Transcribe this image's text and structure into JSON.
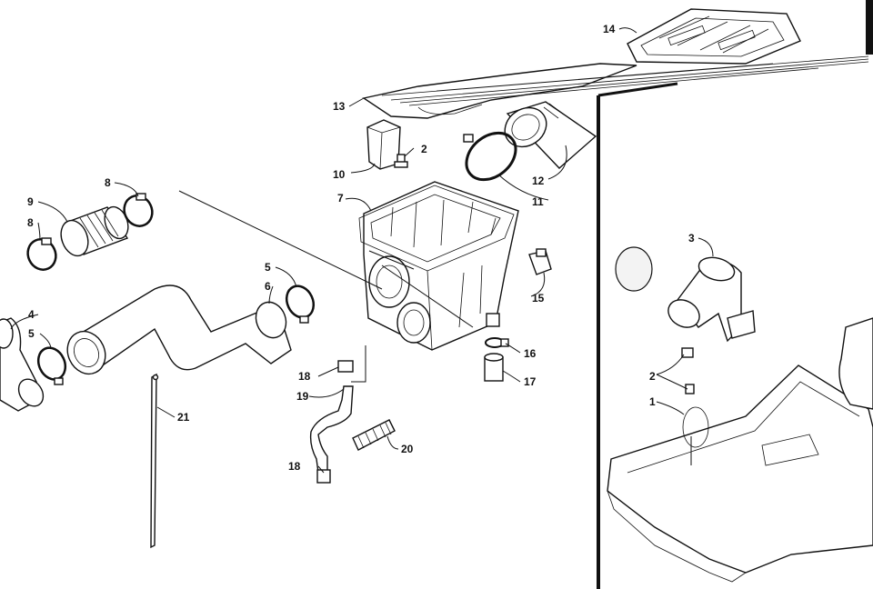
{
  "callouts": {
    "c1": "1",
    "c2a": "2",
    "c2b": "2",
    "c3": "3",
    "c4": "4",
    "c5a": "5",
    "c5b": "5",
    "c6": "6",
    "c7": "7",
    "c8a": "8",
    "c8b": "8",
    "c9": "9",
    "c10": "10",
    "c11": "11",
    "c12": "12",
    "c13": "13",
    "c14": "14",
    "c15": "15",
    "c16": "16",
    "c17": "17",
    "c18a": "18",
    "c18b": "18",
    "c19": "19",
    "c20": "20",
    "c21": "21"
  }
}
